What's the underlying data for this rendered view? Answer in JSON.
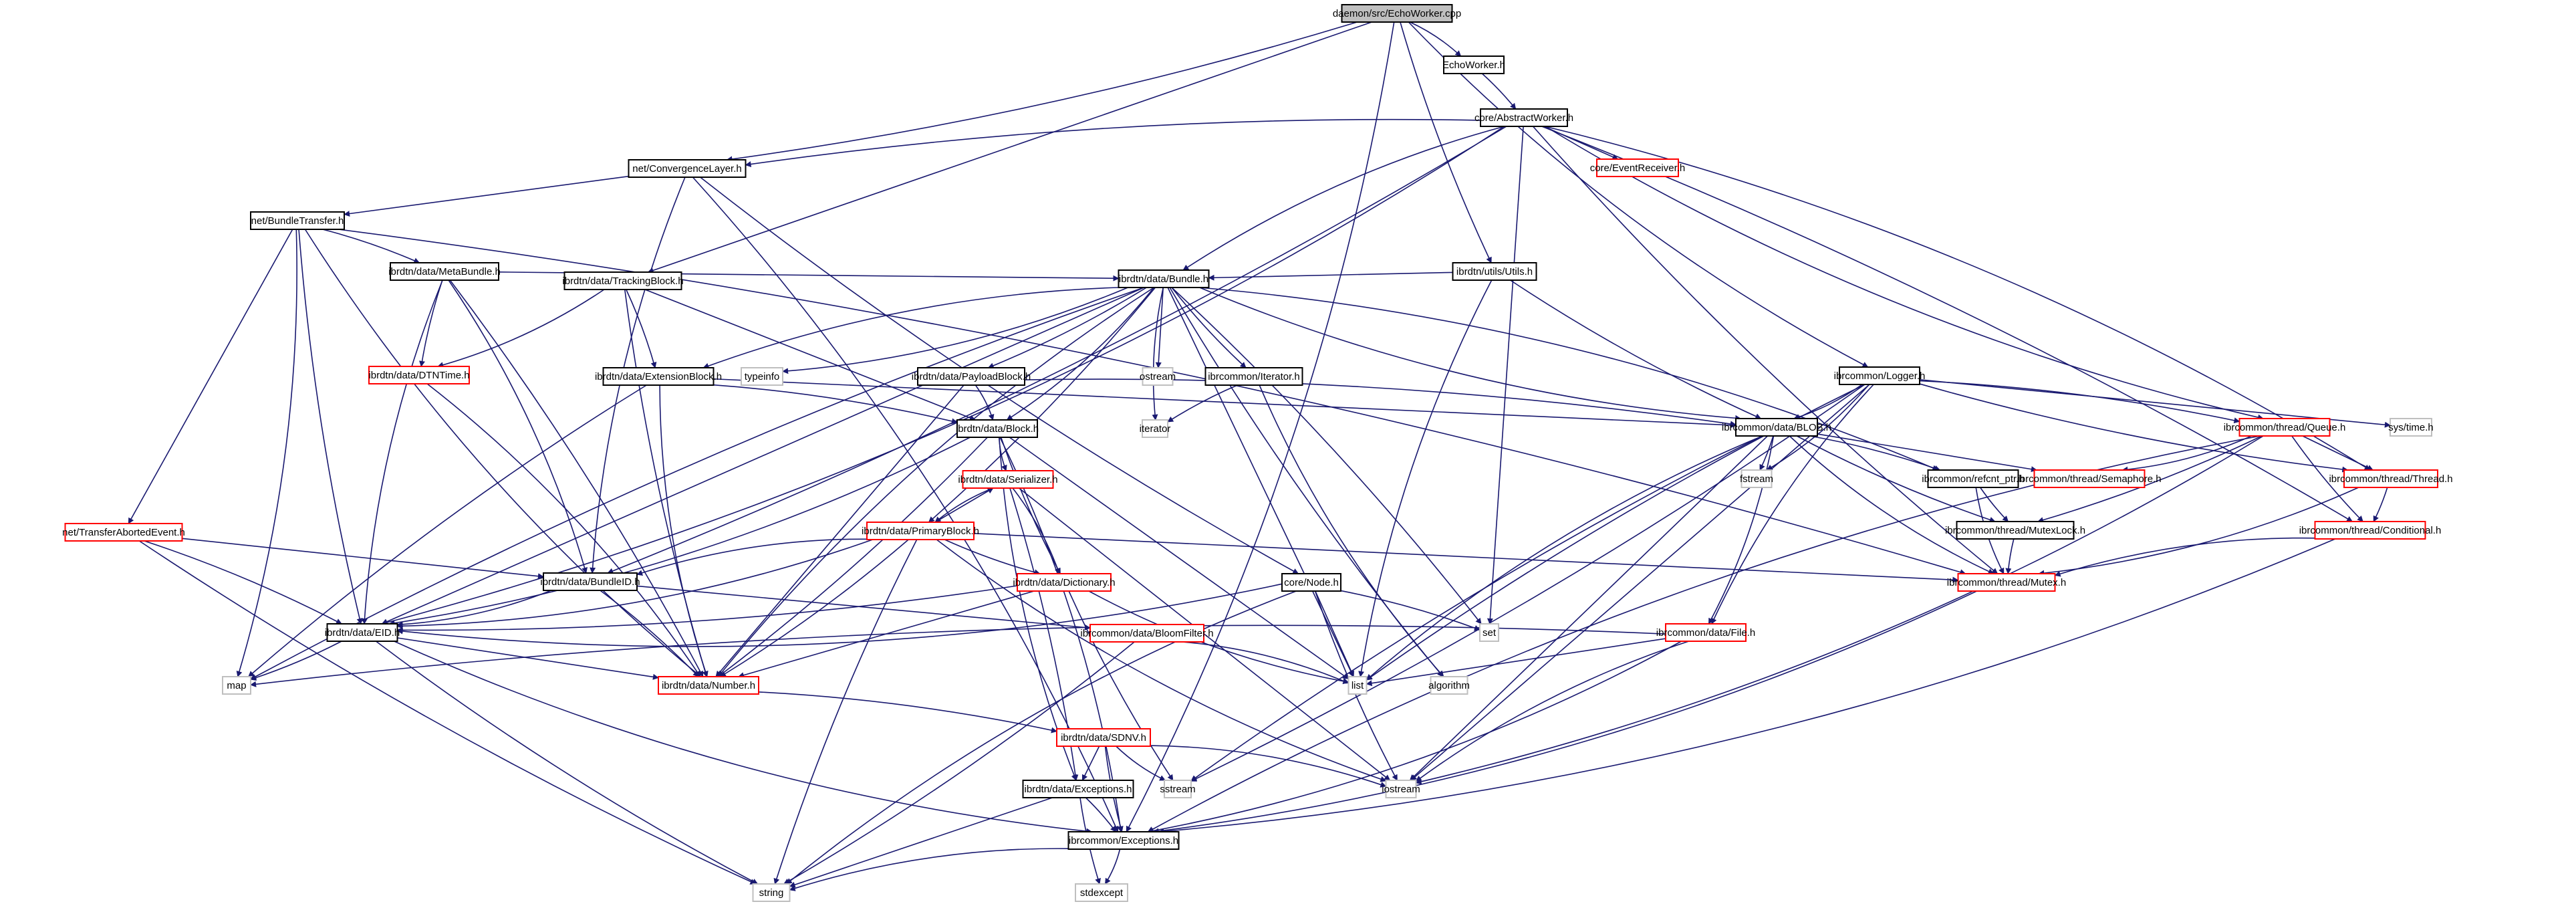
{
  "title": "daemon/src/EchoWorker.cpp include dependency graph",
  "colors": {
    "edge": "#191970",
    "root_fill": "#bfbfbf",
    "normal_border": "#000000",
    "truncated_border": "#ff0000",
    "system_border": "#bfbfbf"
  },
  "nodes": [
    {
      "id": "root",
      "label": "daemon/src/EchoWorker.cpp",
      "kind": "root"
    },
    {
      "id": "echoworker_h",
      "label": "EchoWorker.h",
      "kind": "normal"
    },
    {
      "id": "abstractworker",
      "label": "core/AbstractWorker.h",
      "kind": "normal"
    },
    {
      "id": "eventreceiver",
      "label": "core/EventReceiver.h",
      "kind": "truncated"
    },
    {
      "id": "convergencelayer",
      "label": "net/ConvergenceLayer.h",
      "kind": "normal"
    },
    {
      "id": "bundletransfer",
      "label": "net/BundleTransfer.h",
      "kind": "normal"
    },
    {
      "id": "metabundle",
      "label": "ibrdtn/data/MetaBundle.h",
      "kind": "normal"
    },
    {
      "id": "utils",
      "label": "ibrdtn/utils/Utils.h",
      "kind": "normal"
    },
    {
      "id": "trackingblock",
      "label": "ibrdtn/data/TrackingBlock.h",
      "kind": "normal"
    },
    {
      "id": "bundle",
      "label": "ibrdtn/data/Bundle.h",
      "kind": "normal"
    },
    {
      "id": "dtntime",
      "label": "ibrdtn/data/DTNTime.h",
      "kind": "truncated"
    },
    {
      "id": "extensionblock",
      "label": "ibrdtn/data/ExtensionBlock.h",
      "kind": "normal"
    },
    {
      "id": "typeinfo",
      "label": "typeinfo",
      "kind": "system"
    },
    {
      "id": "payloadblock",
      "label": "ibrdtn/data/PayloadBlock.h",
      "kind": "normal"
    },
    {
      "id": "ostream",
      "label": "ostream",
      "kind": "system"
    },
    {
      "id": "iterator_h",
      "label": "ibrcommon/Iterator.h",
      "kind": "normal"
    },
    {
      "id": "iterator",
      "label": "iterator",
      "kind": "system"
    },
    {
      "id": "logger",
      "label": "ibrcommon/Logger.h",
      "kind": "normal"
    },
    {
      "id": "systime",
      "label": "sys/time.h",
      "kind": "system"
    },
    {
      "id": "block",
      "label": "ibrdtn/data/Block.h",
      "kind": "normal"
    },
    {
      "id": "blob",
      "label": "ibrcommon/data/BLOB.h",
      "kind": "normal"
    },
    {
      "id": "queue",
      "label": "ibrcommon/thread/Queue.h",
      "kind": "truncated"
    },
    {
      "id": "net_transferaborted",
      "label": "net/TransferAbortedEvent.h",
      "kind": "truncated"
    },
    {
      "id": "serializer",
      "label": "ibrdtn/data/Serializer.h",
      "kind": "truncated"
    },
    {
      "id": "fstream",
      "label": "fstream",
      "kind": "system"
    },
    {
      "id": "refcnt",
      "label": "ibrcommon/refcnt_ptr.h",
      "kind": "normal"
    },
    {
      "id": "semaphore",
      "label": "ibrcommon/thread/Semaphore.h",
      "kind": "truncated"
    },
    {
      "id": "thread",
      "label": "ibrcommon/thread/Thread.h",
      "kind": "truncated"
    },
    {
      "id": "primaryblock",
      "label": "ibrdtn/data/PrimaryBlock.h",
      "kind": "truncated"
    },
    {
      "id": "bundleid",
      "label": "ibrdtn/data/BundleID.h",
      "kind": "normal"
    },
    {
      "id": "mutexlock",
      "label": "ibrcommon/thread/MutexLock.h",
      "kind": "normal"
    },
    {
      "id": "conditional",
      "label": "ibrcommon/thread/Conditional.h",
      "kind": "truncated"
    },
    {
      "id": "dictionary",
      "label": "ibrdtn/data/Dictionary.h",
      "kind": "truncated"
    },
    {
      "id": "node",
      "label": "core/Node.h",
      "kind": "normal"
    },
    {
      "id": "mutex",
      "label": "ibrcommon/thread/Mutex.h",
      "kind": "truncated"
    },
    {
      "id": "eid",
      "label": "ibrdtn/data/EID.h",
      "kind": "normal"
    },
    {
      "id": "set",
      "label": "set",
      "kind": "system"
    },
    {
      "id": "bloomfilter",
      "label": "ibrcommon/data/BloomFilter.h",
      "kind": "truncated"
    },
    {
      "id": "file",
      "label": "ibrcommon/data/File.h",
      "kind": "truncated"
    },
    {
      "id": "map",
      "label": "map",
      "kind": "system"
    },
    {
      "id": "number",
      "label": "ibrdtn/data/Number.h",
      "kind": "truncated"
    },
    {
      "id": "list",
      "label": "list",
      "kind": "system"
    },
    {
      "id": "algorithm",
      "label": "algorithm",
      "kind": "system"
    },
    {
      "id": "sdnv",
      "label": "ibrdtn/data/SDNV.h",
      "kind": "truncated"
    },
    {
      "id": "dtnexceptions",
      "label": "ibrdtn/data/Exceptions.h",
      "kind": "normal"
    },
    {
      "id": "sstream",
      "label": "sstream",
      "kind": "system"
    },
    {
      "id": "iostream",
      "label": "iostream",
      "kind": "system"
    },
    {
      "id": "commonexceptions",
      "label": "ibrcommon/Exceptions.h",
      "kind": "normal"
    },
    {
      "id": "string",
      "label": "string",
      "kind": "system"
    },
    {
      "id": "stdexcept",
      "label": "stdexcept",
      "kind": "system"
    }
  ],
  "edges": [
    [
      "root",
      "echoworker_h"
    ],
    [
      "root",
      "convergencelayer"
    ],
    [
      "root",
      "trackingblock"
    ],
    [
      "root",
      "utils"
    ],
    [
      "root",
      "logger"
    ],
    [
      "root",
      "commonexceptions"
    ],
    [
      "echoworker_h",
      "abstractworker"
    ],
    [
      "abstractworker",
      "eventreceiver"
    ],
    [
      "abstractworker",
      "convergencelayer"
    ],
    [
      "abstractworker",
      "bundle"
    ],
    [
      "abstractworker",
      "eid"
    ],
    [
      "abstractworker",
      "bundleid"
    ],
    [
      "abstractworker",
      "set"
    ],
    [
      "abstractworker",
      "mutex"
    ],
    [
      "abstractworker",
      "queue"
    ],
    [
      "abstractworker",
      "thread"
    ],
    [
      "abstractworker",
      "conditional"
    ],
    [
      "convergencelayer",
      "bundletransfer"
    ],
    [
      "convergencelayer",
      "node"
    ],
    [
      "convergencelayer",
      "bundleid"
    ],
    [
      "convergencelayer",
      "commonexceptions"
    ],
    [
      "bundletransfer",
      "metabundle"
    ],
    [
      "bundletransfer",
      "net_transferaborted"
    ],
    [
      "bundletransfer",
      "eid"
    ],
    [
      "bundletransfer",
      "number"
    ],
    [
      "bundletransfer",
      "map"
    ],
    [
      "bundletransfer",
      "mutex"
    ],
    [
      "metabundle",
      "bundle"
    ],
    [
      "metabundle",
      "dtntime"
    ],
    [
      "metabundle",
      "eid"
    ],
    [
      "metabundle",
      "bundleid"
    ],
    [
      "metabundle",
      "number"
    ],
    [
      "utils",
      "bundle"
    ],
    [
      "utils",
      "blob"
    ],
    [
      "utils",
      "list"
    ],
    [
      "trackingblock",
      "dtntime"
    ],
    [
      "trackingblock",
      "extensionblock"
    ],
    [
      "trackingblock",
      "block"
    ],
    [
      "trackingblock",
      "number"
    ],
    [
      "bundle",
      "extensionblock"
    ],
    [
      "bundle",
      "typeinfo"
    ],
    [
      "bundle",
      "payloadblock"
    ],
    [
      "bundle",
      "ostream"
    ],
    [
      "bundle",
      "iterator_h"
    ],
    [
      "bundle",
      "iterator"
    ],
    [
      "bundle",
      "block"
    ],
    [
      "bundle",
      "primaryblock"
    ],
    [
      "bundle",
      "eid"
    ],
    [
      "bundle",
      "map"
    ],
    [
      "bundle",
      "number"
    ],
    [
      "bundle",
      "refcnt"
    ],
    [
      "bundle",
      "set"
    ],
    [
      "bundle",
      "list"
    ],
    [
      "bundle",
      "algorithm"
    ],
    [
      "bundle",
      "blob"
    ],
    [
      "dtntime",
      "number"
    ],
    [
      "extensionblock",
      "block"
    ],
    [
      "extensionblock",
      "blob"
    ],
    [
      "extensionblock",
      "map"
    ],
    [
      "extensionblock",
      "number"
    ],
    [
      "payloadblock",
      "block"
    ],
    [
      "payloadblock",
      "blob"
    ],
    [
      "payloadblock",
      "number"
    ],
    [
      "iterator_h",
      "iterator"
    ],
    [
      "iterator_h",
      "algorithm"
    ],
    [
      "logger",
      "blob"
    ],
    [
      "logger",
      "queue"
    ],
    [
      "logger",
      "systime"
    ],
    [
      "logger",
      "thread"
    ],
    [
      "logger",
      "file"
    ],
    [
      "logger",
      "fstream"
    ],
    [
      "logger",
      "sstream"
    ],
    [
      "logger",
      "iostream"
    ],
    [
      "logger",
      "list"
    ],
    [
      "block",
      "serializer"
    ],
    [
      "block",
      "eid"
    ],
    [
      "block",
      "number"
    ],
    [
      "block",
      "list"
    ],
    [
      "block",
      "dictionary"
    ],
    [
      "block",
      "dtnexceptions"
    ],
    [
      "block",
      "commonexceptions"
    ],
    [
      "blob",
      "refcnt"
    ],
    [
      "blob",
      "semaphore"
    ],
    [
      "blob",
      "mutexlock"
    ],
    [
      "blob",
      "mutex"
    ],
    [
      "blob",
      "file"
    ],
    [
      "blob",
      "fstream"
    ],
    [
      "blob",
      "iostream"
    ],
    [
      "blob",
      "sstream"
    ],
    [
      "blob",
      "list"
    ],
    [
      "queue",
      "semaphore"
    ],
    [
      "queue",
      "mutexlock"
    ],
    [
      "queue",
      "thread"
    ],
    [
      "queue",
      "conditional"
    ],
    [
      "queue",
      "commonexceptions"
    ],
    [
      "queue",
      "iostream"
    ],
    [
      "net_transferaborted",
      "eid"
    ],
    [
      "net_transferaborted",
      "bundleid"
    ],
    [
      "net_transferaborted",
      "string"
    ],
    [
      "serializer",
      "primaryblock"
    ],
    [
      "serializer",
      "dictionary"
    ],
    [
      "serializer",
      "dtnexceptions"
    ],
    [
      "serializer",
      "iostream"
    ],
    [
      "refcnt",
      "mutexlock"
    ],
    [
      "refcnt",
      "mutex"
    ],
    [
      "thread",
      "mutex"
    ],
    [
      "thread",
      "conditional"
    ],
    [
      "primaryblock",
      "serializer"
    ],
    [
      "primaryblock",
      "dictionary"
    ],
    [
      "primaryblock",
      "bundleid"
    ],
    [
      "primaryblock",
      "eid"
    ],
    [
      "primaryblock",
      "number"
    ],
    [
      "primaryblock",
      "mutex"
    ],
    [
      "primaryblock",
      "string"
    ],
    [
      "primaryblock",
      "iostream"
    ],
    [
      "bundleid",
      "eid"
    ],
    [
      "bundleid",
      "number"
    ],
    [
      "bundleid",
      "bloomfilter"
    ],
    [
      "mutexlock",
      "mutex"
    ],
    [
      "conditional",
      "mutex"
    ],
    [
      "conditional",
      "commonexceptions"
    ],
    [
      "dictionary",
      "eid"
    ],
    [
      "dictionary",
      "number"
    ],
    [
      "dictionary",
      "sstream"
    ],
    [
      "dictionary",
      "list"
    ],
    [
      "node",
      "eid"
    ],
    [
      "node",
      "set"
    ],
    [
      "node",
      "list"
    ],
    [
      "node",
      "iostream"
    ],
    [
      "node",
      "string"
    ],
    [
      "mutex",
      "commonexceptions"
    ],
    [
      "eid",
      "map"
    ],
    [
      "eid",
      "number"
    ],
    [
      "eid",
      "string"
    ],
    [
      "eid",
      "commonexceptions"
    ],
    [
      "bloomfilter",
      "list"
    ],
    [
      "bloomfilter",
      "string"
    ],
    [
      "file",
      "list"
    ],
    [
      "file",
      "map"
    ],
    [
      "file",
      "iostream"
    ],
    [
      "file",
      "commonexceptions"
    ],
    [
      "number",
      "sdnv"
    ],
    [
      "sdnv",
      "dtnexceptions"
    ],
    [
      "sdnv",
      "commonexceptions"
    ],
    [
      "sdnv",
      "sstream"
    ],
    [
      "sdnv",
      "iostream"
    ],
    [
      "dtnexceptions",
      "commonexceptions"
    ],
    [
      "dtnexceptions",
      "string"
    ],
    [
      "dtnexceptions",
      "stdexcept"
    ],
    [
      "commonexceptions",
      "string"
    ],
    [
      "commonexceptions",
      "stdexcept"
    ]
  ]
}
